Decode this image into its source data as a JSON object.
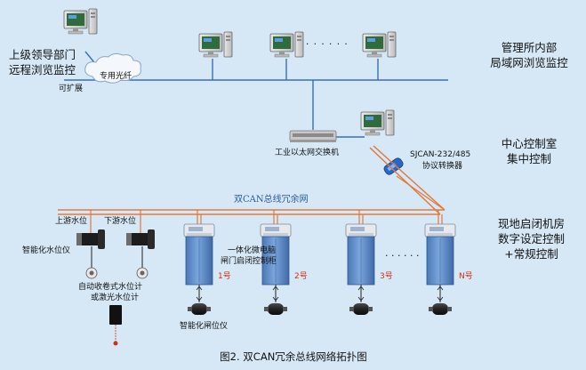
{
  "labels": {
    "leader_line1": "上级领导部门",
    "leader_line2": "远程浏览监控",
    "expandable": "可扩展",
    "fiber": "专用光纤",
    "lan_dots": "· · · · · ·",
    "mgmt_line1": "管理所内部",
    "mgmt_line2": "局域网浏览监控",
    "switch": "工业以太网交换机",
    "converter_line1": "SJCAN-232/485",
    "converter_line2": "协议转换器",
    "control_line1": "中心控制室",
    "control_line2": "集中控制",
    "dual_can": "双CAN总线冗余网",
    "field_line1": "现地启闭机房",
    "field_line2": "数字设定控制",
    "field_line3": "+常规控制",
    "upstream": "上游水位",
    "downstream": "下游水位",
    "smart_level": "智能化水位仪",
    "auto_gauge_line1": "自动收卷式水位计",
    "auto_gauge_line2": "或激光水位计",
    "cabinet_line1": "一体化微电脑",
    "cabinet_line2": "闸门启闭控制柜",
    "field_dots": "· · · · · ·",
    "gate_gauge": "智能化闸位仪",
    "caption": "图2.  双CAN冗余总线网络拓扑图"
  },
  "cabinets": [
    {
      "number": "1号"
    },
    {
      "number": "2号"
    },
    {
      "number": "3号"
    },
    {
      "number": "N号"
    }
  ],
  "colors": {
    "background": "#d6e8f6",
    "lan_line": "#3a6fb4",
    "can_line": "#e07a3c",
    "cabinet": "#5a8ac6",
    "red_text": "#d03010"
  }
}
